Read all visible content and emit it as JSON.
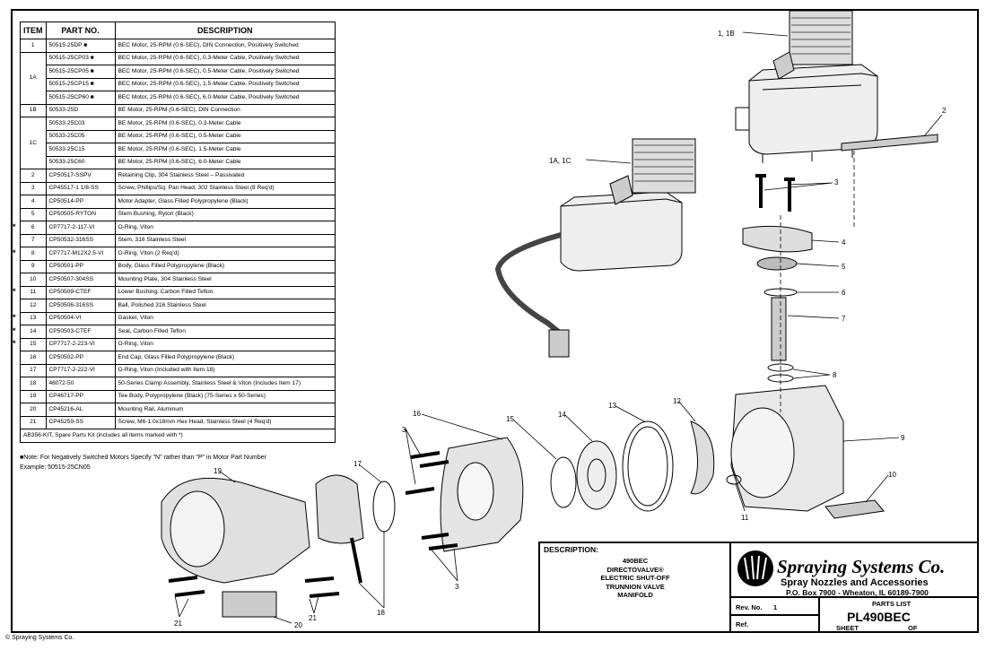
{
  "table": {
    "headers": [
      "ITEM",
      "PART NO.",
      "DESCRIPTION"
    ],
    "rows": [
      {
        "item": "1",
        "part": "50515-25DP ■",
        "desc": "BEC Motor, 25-RPM (0.6-SEC), DIN Connection, Positively Switched"
      },
      {
        "item": "1A",
        "part": "50515-25CP03 ■",
        "desc": "BEC Motor, 25-RPM (0.6-SEC), 0.3-Meter Cable, Positively Switched"
      },
      {
        "item": "",
        "part": "50515-25CP05 ■",
        "desc": "BEC Motor, 25-RPM (0.6-SEC), 0.5-Meter Cable, Positively Switched"
      },
      {
        "item": "",
        "part": "50515-25CP15 ■",
        "desc": "BEC Motor, 25-RPM (0.6-SEC), 1.5-Meter Cable, Positively Switched"
      },
      {
        "item": "",
        "part": "50515-25CP60 ■",
        "desc": "BEC Motor, 25-RPM (0.6-SEC), 6.0-Meter Cable, Positively Switched"
      },
      {
        "item": "1B",
        "part": "50533-25D",
        "desc": "BE Motor, 25-RPM (0.6-SEC), DIN Connection"
      },
      {
        "item": "1C",
        "part": "50533-25C03",
        "desc": "BE Motor, 25-RPM (0.6-SEC), 0.3-Meter Cable"
      },
      {
        "item": "",
        "part": "50533-25C05",
        "desc": "BE Motor, 25-RPM (0.6-SEC), 0.5-Meter Cable"
      },
      {
        "item": "",
        "part": "50533-25C15",
        "desc": "BE Motor, 25-RPM (0.6-SEC), 1.5-Meter Cable"
      },
      {
        "item": "",
        "part": "50533-25C60",
        "desc": "BE Motor, 25-RPM (0.6-SEC), 6.0-Meter Cable"
      },
      {
        "item": "2",
        "part": "CP50517-SSPV",
        "desc": "Retaining Clip, 304 Stainless Steel – Passivated"
      },
      {
        "item": "3",
        "part": "CP45517-1 1/8-SS",
        "desc": "Screw, Phillips/Sq. Pan Head, 302 Stainless Steel (8 Req'd)"
      },
      {
        "item": "4",
        "part": "CP50514-PP",
        "desc": "Motor Adapter, Glass Filled Polypropylene (Black)"
      },
      {
        "item": "5",
        "part": "CP50505-RYTON",
        "desc": "Stem Bushing, Ryton (Black)"
      },
      {
        "item": "6",
        "part": "CP7717-2-117-VI",
        "desc": "O-Ring, Viton"
      },
      {
        "item": "7",
        "part": "CP50532-316SS",
        "desc": "Stem, 316 Stainless Steel"
      },
      {
        "item": "8",
        "part": "CP7717-M12X2.5-VI",
        "desc": "O-Ring, Viton (2 Req'd)"
      },
      {
        "item": "9",
        "part": "CP50501-PP",
        "desc": "Body, Glass Filled Polypropylene (Black)"
      },
      {
        "item": "10",
        "part": "CP50507-304SS",
        "desc": "Mounting Plate, 304 Stainless Steel"
      },
      {
        "item": "11",
        "part": "CP50509-CTEF",
        "desc": "Lower Bushing, Carbon Filled Teflon"
      },
      {
        "item": "12",
        "part": "CP50506-316SS",
        "desc": "Ball, Polished 316 Stainless Steel"
      },
      {
        "item": "13",
        "part": "CP50504-VI",
        "desc": "Gasket, Viton"
      },
      {
        "item": "14",
        "part": "CP50503-CTEF",
        "desc": "Seal, Carbon Filled Teflon"
      },
      {
        "item": "15",
        "part": "CP7717-2-223-VI",
        "desc": "O-Ring, Viton"
      },
      {
        "item": "16",
        "part": "CP50502-PP",
        "desc": "End Cap, Glass Filled Polypropylene (Black)"
      },
      {
        "item": "17",
        "part": "CP7717-2-222-VI",
        "desc": "O-Ring, Viton (Included with Item 18)"
      },
      {
        "item": "18",
        "part": "46072-50",
        "desc": "50-Series Clamp Assembly, Stainless Steel & Viton (Includes Item 17)"
      },
      {
        "item": "19",
        "part": "CP46717-PP",
        "desc": "Tee Body, Polypropylene (Black) (75-Series x 50-Series)"
      },
      {
        "item": "20",
        "part": "CP45216-AL",
        "desc": "Mounting Rail, Aluminum"
      },
      {
        "item": "21",
        "part": "CP45259-SS",
        "desc": "Screw, M6-1.0x18mm Hex Head, Stainless Steel (4 Req'd)"
      }
    ],
    "kit_row": "AB356-KIT, Spare Parts Kit (includes all items marked with *)",
    "star": "*"
  },
  "note": {
    "line1": "■Note: For Negatively Switched Motors Specify \"N\" rather than \"P\" in Motor Part Number",
    "line2": "Example: 50515-25CN05"
  },
  "callouts": {
    "c1": "1, 1B",
    "c1a": "1A, 1C",
    "c2": "2",
    "c3a": "3",
    "c3b": "3",
    "c3c": "3",
    "c4": "4",
    "c5": "5",
    "c6": "6",
    "c7": "7",
    "c8": "8",
    "c9": "9",
    "c10": "10",
    "c11": "11",
    "c12": "12",
    "c13": "13",
    "c14": "14",
    "c15": "15",
    "c16": "16",
    "c17": "17",
    "c18": "18",
    "c19": "19",
    "c20": "20",
    "c21a": "21",
    "c21b": "21"
  },
  "title_block": {
    "desc_label": "DESCRIPTION:",
    "desc_lines": [
      "490BEC",
      "DIRECTOVALVE®",
      "ELECTRIC SHUT-OFF",
      "TRUNNION VALVE",
      "MANIFOLD"
    ],
    "company": "Spraying Systems Co.",
    "tagline": "Spray Nozzles and Accessories",
    "address": "P.O. Box 7900 - Wheaton, IL 60189-7900",
    "rev_label": "Rev. No.",
    "rev_value": "1",
    "ref_label": "Ref.",
    "parts_list_label": "PARTS LIST",
    "parts_list_number": "PL490BEC",
    "sheet_label": "SHEET",
    "of_label": "OF"
  },
  "copyright": "© Spraying Systems Co."
}
